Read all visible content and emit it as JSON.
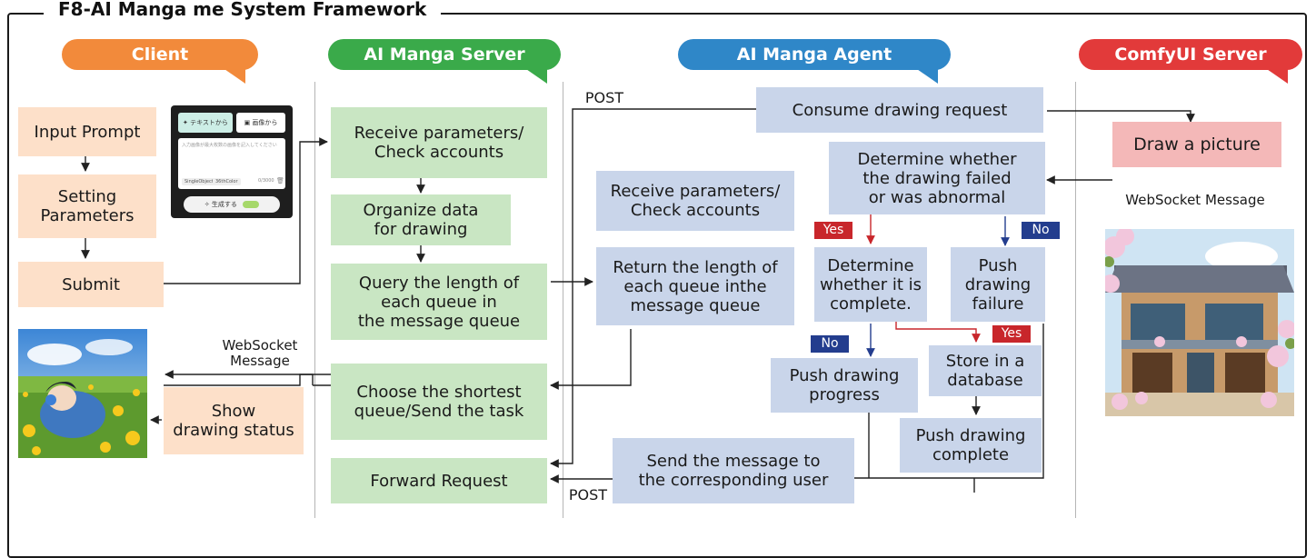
{
  "title": "F8-AI Manga me System Framework",
  "colors": {
    "client": "#f28a3b",
    "server": "#3aaa4a",
    "agent": "#2f87c8",
    "comfy": "#e23a3a",
    "peach_box": "#fde0c9",
    "green_box": "#c9e6c3",
    "blue_box": "#c9d5ea",
    "pink_box": "#f4b8b8"
  },
  "lanes": {
    "client": "Client",
    "server": "AI Manga Server",
    "agent": "AI Manga Agent",
    "comfy": "ComfyUI Server"
  },
  "client": {
    "input_prompt": "Input Prompt",
    "setting_parameters": "Setting\nParameters",
    "submit": "Submit",
    "show_status": "Show\ndrawing status",
    "ws_label": "WebSocket\nMessage"
  },
  "mock_ui": {
    "tab_text": "テキストから",
    "tab_image": "画像から",
    "placeholder": "入力画像が最大枚数の画像を記入してください",
    "chip1": "SingleObject",
    "chip2": "36thColor",
    "counter": "0/3000",
    "generate_button": "生成する",
    "icon_names": [
      "sparkle-icon",
      "image-icon",
      "trash-icon"
    ]
  },
  "server": {
    "receive": "Receive parameters/\nCheck accounts",
    "organize": "Organize data\nfor drawing",
    "query": "Query the length of\neach queue in\nthe message queue",
    "choose": "Choose the shortest\nqueue/Send the task",
    "forward": "Forward Request"
  },
  "agent": {
    "consume": "Consume drawing request",
    "receive": "Receive parameters/\nCheck accounts",
    "return_len": "Return the length of\neach queue inthe\nmessage queue",
    "determine_fail": "Determine whether\nthe drawing failed\nor was abnormal",
    "determine_complete": "Determine\nwhether it is\ncomplete.",
    "push_failure": "Push\ndrawing\nfailure",
    "push_progress": "Push drawing\nprogress",
    "store_db": "Store in a\ndatabase",
    "push_complete": "Push drawing\ncomplete",
    "send_message": "Send the message to\nthe corresponding user",
    "post_top": "POST",
    "post_bottom": "POST",
    "yes1": "Yes",
    "no1": "No",
    "yes2": "Yes",
    "no2": "No"
  },
  "comfy": {
    "draw": "Draw a picture",
    "ws_label": "WebSocket Message"
  }
}
